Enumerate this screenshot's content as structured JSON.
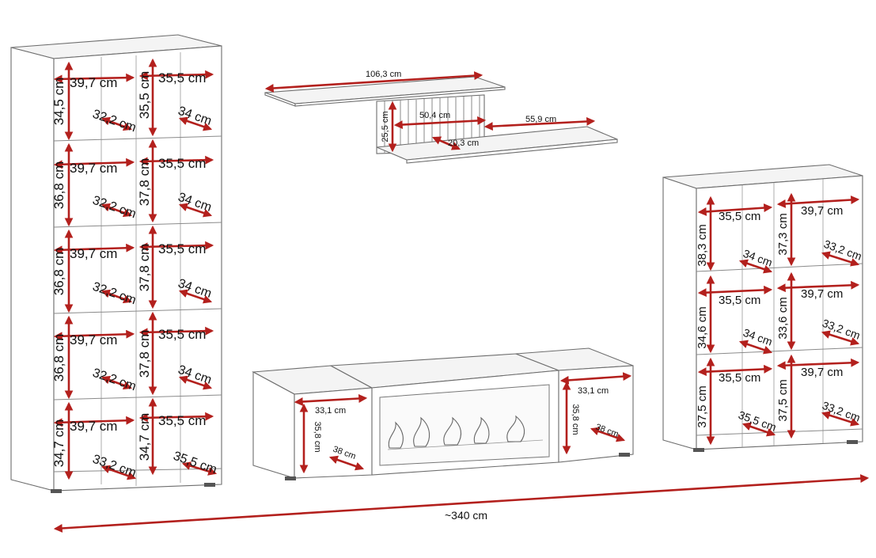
{
  "colors": {
    "dimension_arrow": "#b3201d",
    "furniture_line": "#6d6d6d",
    "background": "#ffffff"
  },
  "total_width": "~340 cm",
  "tall_cabinet": {
    "col_width": "39,7 cm",
    "right_col_width": "35,5 cm",
    "heights_left": [
      "34,5 cm",
      "36,8 cm",
      "36,8 cm",
      "36,8 cm",
      "34,7 cm"
    ],
    "heights_right": [
      "35,5 cm",
      "37,8 cm",
      "37,8 cm",
      "37,8 cm",
      "34,7 cm"
    ],
    "depths_left": [
      "32,2 cm",
      "32,2 cm",
      "32,2 cm",
      "32,2 cm",
      "33,2 cm"
    ],
    "depths_right": [
      "34 cm",
      "34 cm",
      "34 cm",
      "34 cm",
      "35,5 cm"
    ]
  },
  "wall_shelf": {
    "width": "106,3 cm",
    "panel_width": "50,4 cm",
    "panel_height": "25,5 cm",
    "depth": "20,3 cm",
    "lower_width": "55,9 cm"
  },
  "tv_stand": {
    "left_width": "33,1 cm",
    "left_height": "35,8 cm",
    "left_depth": "38 cm",
    "right_width": "33,1 cm",
    "right_height": "35,8 cm",
    "right_depth": "38 cm"
  },
  "low_cabinet": {
    "left_width": "35,5 cm",
    "right_width": "39,7 cm",
    "heights_left": [
      "38,3 cm",
      "34,6 cm",
      "37,5 cm"
    ],
    "heights_right": [
      "37,3 cm",
      "33,6 cm",
      "37,5 cm"
    ],
    "depths_left": [
      "34 cm",
      "34 cm",
      "35,5 cm"
    ],
    "depths_right": [
      "33,2 cm",
      "33,2 cm",
      "33,2 cm"
    ]
  }
}
